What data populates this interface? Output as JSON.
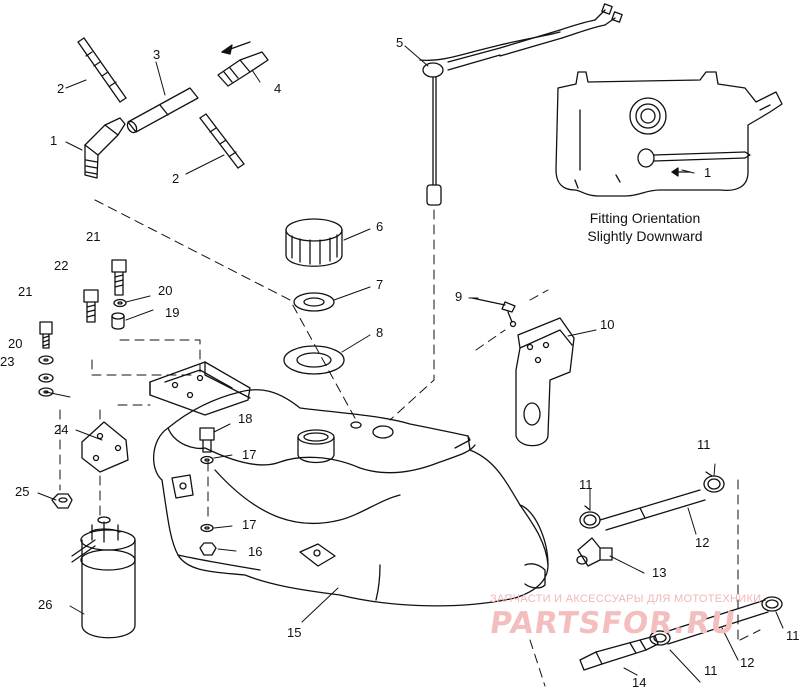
{
  "callouts": {
    "c1": "1",
    "c2a": "2",
    "c2b": "2",
    "c3": "3",
    "c4": "4",
    "c5": "5",
    "c6": "6",
    "c7": "7",
    "c8": "8",
    "c9": "9",
    "c10": "10",
    "c11a": "11",
    "c11b": "11",
    "c11c": "11",
    "c11d": "11",
    "c12a": "12",
    "c12b": "12",
    "c13": "13",
    "c14": "14",
    "c15": "15",
    "c16": "16",
    "c17a": "17",
    "c17b": "17",
    "c18": "18",
    "c19": "19",
    "c20a": "20",
    "c20b": "20",
    "c21a": "21",
    "c21b": "21",
    "c22": "22",
    "c23": "23",
    "c24": "24",
    "c25": "25",
    "c26": "26",
    "inset1": "1"
  },
  "inset_caption": {
    "line1": "Fitting Orientation",
    "line2": "Slightly Downward"
  },
  "watermark": {
    "line1": "ЗАПЧАСТИ И АКСЕССУАРЫ ДЛЯ МОТОТЕХНИКИ",
    "logo": "PARTSFOR.RU"
  },
  "colors": {
    "line": "#111111",
    "watermark": "#f2b7b7"
  }
}
